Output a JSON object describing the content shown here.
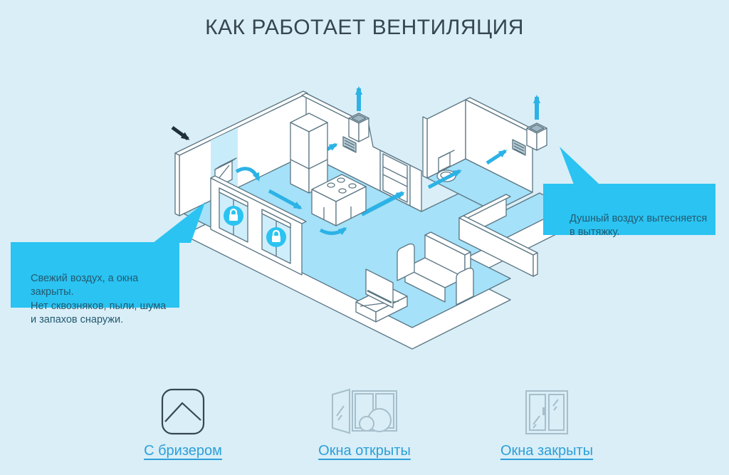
{
  "title": "КАК РАБОТАЕТ ВЕНТИЛЯЦИЯ",
  "callouts": {
    "left": "Свежий воздух, а окна закрыты.\nНет сквозняков, пыли, шума\nи запахов снаружи.",
    "right": "Душный воздух вытесняется\nв вытяжку."
  },
  "tabs": [
    {
      "label": "С бризером",
      "icon": "breezer-icon",
      "active": true
    },
    {
      "label": "Окна открыты",
      "icon": "window-open-icon",
      "active": false
    },
    {
      "label": "Окна закрыты",
      "icon": "window-closed-icon",
      "active": false
    }
  ],
  "colors": {
    "background": "#d9eef7",
    "accent_callout": "#2ac3f2",
    "arrow": "#2cb2e6",
    "floor": "#a5e1f8",
    "outline": "#5b7684",
    "link": "#2d9fd9",
    "title_text": "#364650",
    "callout_text": "#235a70",
    "dark_arrow": "#1f3038"
  }
}
